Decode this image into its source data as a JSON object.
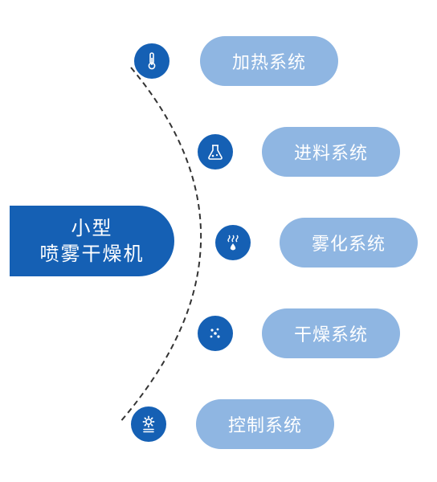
{
  "title": {
    "line1": "小型",
    "line2": "喷雾干燥机"
  },
  "colors": {
    "primary": "#1560b4",
    "pill": "#8fb6e2",
    "arc": "#333333"
  },
  "items": [
    {
      "label": "加热系统",
      "icon": "thermometer-icon"
    },
    {
      "label": "进料系统",
      "icon": "flask-icon"
    },
    {
      "label": "雾化系统",
      "icon": "water-drop-icon"
    },
    {
      "label": "干燥系统",
      "icon": "particles-icon"
    },
    {
      "label": "控制系统",
      "icon": "settings-icon"
    }
  ]
}
